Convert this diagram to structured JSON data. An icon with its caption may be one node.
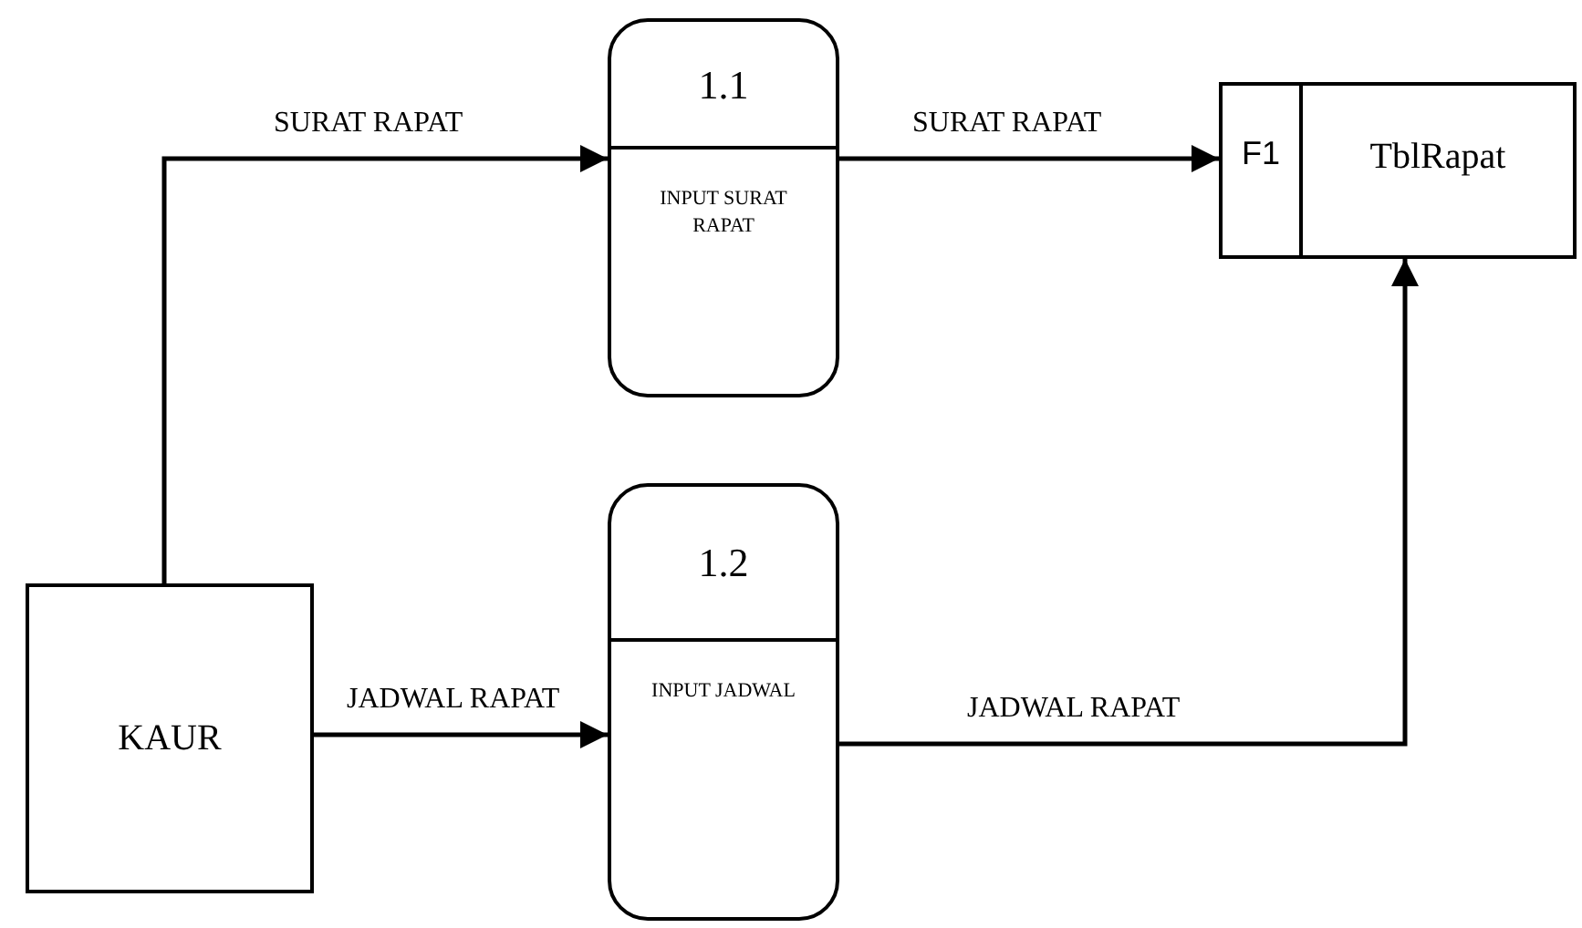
{
  "diagram": {
    "nodes": [
      {
        "text": [
          "KAUR"
        ]
      },
      {
        "text": [
          "1.1",
          "INPUT SURAT RAPAT"
        ]
      },
      {
        "text": [
          "1.2",
          "INPUT JADWAL"
        ]
      },
      {
        "text": [
          "F1",
          "TblRapat"
        ]
      }
    ],
    "edges": [
      {
        "from": 0,
        "to": 1,
        "arrow": "to",
        "label": "SURAT RAPAT"
      },
      {
        "from": 1,
        "to": 3,
        "arrow": "to",
        "label": "SURAT RAPAT"
      },
      {
        "from": 0,
        "to": 2,
        "arrow": "to",
        "label": "JADWAL RAPAT"
      },
      {
        "from": 2,
        "to": 3,
        "arrow": "to",
        "label": "JADWAL RAPAT"
      }
    ]
  }
}
